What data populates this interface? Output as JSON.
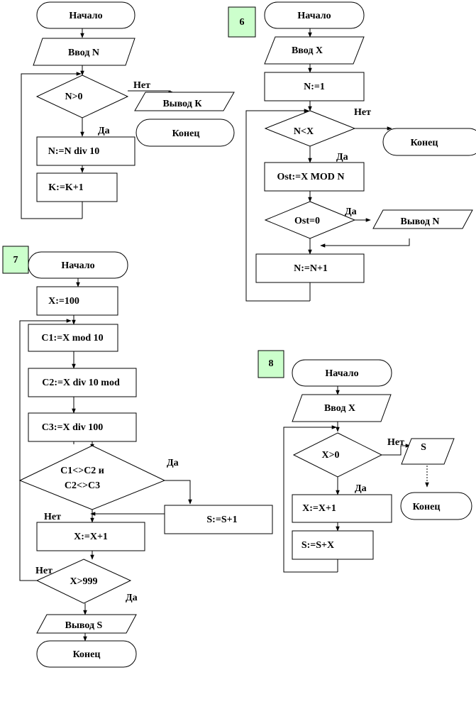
{
  "labels": {
    "start": "Начало",
    "end": "Конец",
    "yes": "Да",
    "no": "Нет"
  },
  "diagram_left_top": {
    "input": "Ввод N",
    "condition": "N>0",
    "output": "Вывод К",
    "step1": "N:=N div 10",
    "step2": "K:=K+1"
  },
  "diagram_6": {
    "number": "6",
    "input": "Ввод X",
    "init": "N:=1",
    "condition": "N<X",
    "remainder": "Ost:=X MOD N",
    "condition2": "Ost=0",
    "output": "Вывод N",
    "increment": "N:=N+1"
  },
  "diagram_7": {
    "number": "7",
    "init": "X:=100",
    "c1": "C1:=X mod 10",
    "c2": "C2:=X div 10 mod",
    "c3": "C3:=X div 100",
    "condition_line1": "C1<>C2 и",
    "condition_line2": "C2<>C3",
    "increment_s": "S:=S+1",
    "increment_x": "X:=X+1",
    "condition2": "X>999",
    "output": "Вывод S"
  },
  "diagram_8": {
    "number": "8",
    "input": "Ввод X",
    "condition": "X>0",
    "output": "S",
    "step1": "X:=X+1",
    "step2": "S:=S+X"
  },
  "colors": {
    "badge_fill": "#ccffcc",
    "stroke": "#000000",
    "background": "#ffffff"
  }
}
